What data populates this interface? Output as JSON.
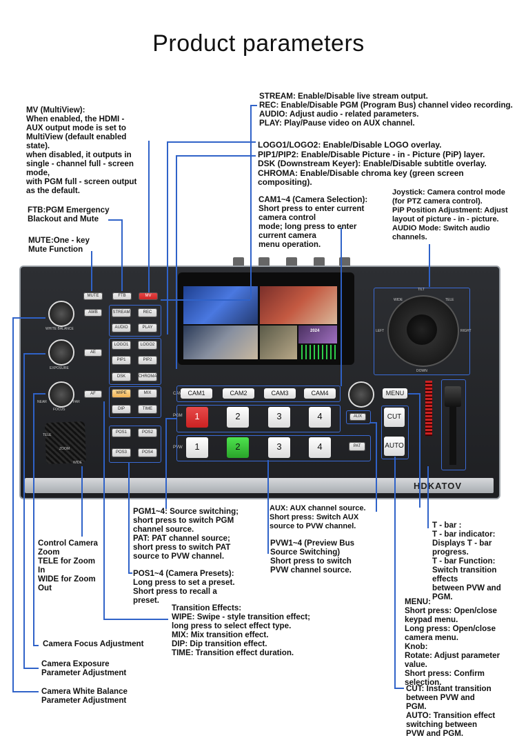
{
  "title": "Product parameters",
  "notes": {
    "stream_etc": "STREAM: Enable/Disable live stream output.\nREC: Enable/Disable PGM (Program Bus) channel video recording.\nAUDIO: Adjust audio - related parameters.\nPLAY: Play/Pause video on AUX channel.",
    "mv": "MV (MultiView):\nWhen enabled, the HDMI -\nAUX output mode is set to\nMultiView (default enabled\nstate).\nwhen disabled, it outputs in\nsingle - channel full - screen\nmode,\nwith PGM full - screen output\nas the default.",
    "logo": "LOGO1/LOGO2: Enable/Disable LOGO overlay.\nPIP1/PIP2: Enable/Disable Picture - in - Picture (PiP) layer.\nDSK (Downstream Keyer): Enable/Disable subtitle overlay.\nCHROMA: Enable/Disable chroma key (green screen\ncompositing).",
    "ftb": "FTB:PGM Emergency\nBlackout and Mute",
    "cam_select": "CAM1~4 (Camera Selection):\nShort press to enter current\ncamera control\nmode; long press to enter\ncurrent camera\nmenu operation.",
    "joystick": "Joystick: Camera control mode\n(for PTZ camera control).\nPiP Position Adjustment: Adjust\nlayout of picture - in - picture.\nAUDIO Mode: Switch audio\nchannels.",
    "mute": "MUTE:One - key\nMute Function",
    "pgm": "PGM1~4: Source switching;\nshort press to switch PGM\nchannel source.\nPAT: PAT channel source;\nshort press to switch PAT\nsource to PVW channel.",
    "aux": "AUX: AUX channel source.\nShort press: Switch AUX\nsource to PVW channel.",
    "tbar": "T - bar :\nT - bar indicator:\nDisplays T - bar\nprogress.\nT - bar Function:\nSwitch transition\neffects\nbetween PVW and\nPGM.",
    "zoom": "Control Camera\nZoom\nTELE for Zoom\nIn\nWIDE for Zoom\nOut",
    "pvw": "PVW1~4 (Preview Bus\nSource Switching)\nShort press to switch\nPVW channel source.",
    "pos": "POS1~4 (Camera Presets):\nLong press to set a preset.\nShort press to recall a\npreset.",
    "menu": "MENU:\nShort press: Open/close\nkeypad menu.\nLong press: Open/close\ncamera menu.\nKnob:\nRotate: Adjust parameter\nvalue.\nShort press: Confirm\nselection.",
    "transition": "Transition Effects:\nWIPE: Swipe - style transition effect;\nlong press to select effect type.\nMIX: Mix transition effect.\nDIP: Dip transition effect.\nTIME: Transition effect duration.",
    "focus": "Camera Focus Adjustment",
    "exposure": "Camera Exposure\nParameter Adjustment",
    "wb": "Camera White Balance\nParameter Adjustment",
    "cut": "CUT: Instant transition\nbetween PVW and\nPGM.\nAUTO: Transition effect\nswitching between\nPVW and PGM."
  },
  "panel": {
    "top_buttons": [
      "MUTE",
      "FTB",
      "MV"
    ],
    "stream_buttons": [
      "STREAM",
      "REC",
      "AUDIO",
      "PLAY"
    ],
    "overlay_buttons": [
      "LOGO1",
      "LOGO2",
      "PIP1",
      "PIP2",
      "DSK",
      "CHROMA"
    ],
    "trans_buttons": [
      "WIPE",
      "MIX",
      "DIP",
      "TIME"
    ],
    "pos_buttons": [
      "POS1",
      "POS2",
      "POS3",
      "POS4"
    ],
    "cam_label": "CAM",
    "cam_buttons": [
      "CAM1",
      "CAM2",
      "CAM3",
      "CAM4"
    ],
    "pgm_label": "PGM",
    "pvw_label": "PVW",
    "pgm_buttons": [
      "1",
      "2",
      "3",
      "4"
    ],
    "pvw_buttons": [
      "1",
      "2",
      "3",
      "4"
    ],
    "aux_label": "AUX",
    "pat_label": "PAT",
    "cut_label": "CUT",
    "auto_label": "AUTO",
    "menu_label": "MENU",
    "awb_label": "AWB",
    "ae_label": "AE",
    "af_label": "AF",
    "wb_caption": "WHITE BALANCE",
    "exposure_caption": "EXPOSURE",
    "focus_caption": "FOCUS",
    "near_label": "NEAR",
    "far_label": "FAR",
    "tele_label": "TELE",
    "zoom_label": "ZOOM",
    "wide_label": "WIDE",
    "joy_labels": {
      "up": "TILT",
      "wide": "WIDE",
      "tele": "TELE",
      "left": "LEFT",
      "right": "RIGHT",
      "down": "DOWN"
    },
    "brand": "HDKATOV",
    "screen_badge": "2024"
  },
  "colors": {
    "accent_line": "#2f62c8",
    "pgm_active": "#dd3333",
    "pvw_active": "#33cc33",
    "mv_red": "#d33"
  }
}
